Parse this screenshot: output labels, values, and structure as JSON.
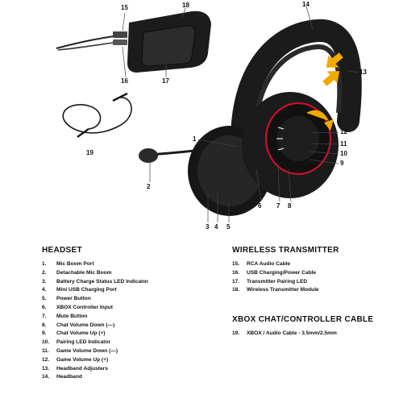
{
  "callouts": [
    "1",
    "2",
    "3",
    "4",
    "5",
    "6",
    "7",
    "8",
    "9",
    "10",
    "11",
    "12",
    "13",
    "14",
    "15",
    "16",
    "17",
    "18",
    "19"
  ],
  "headset": {
    "title": "HEADSET",
    "items": [
      {
        "num": "1.",
        "label": "Mic Boom Port"
      },
      {
        "num": "2.",
        "label": "Detachable Mic Boom"
      },
      {
        "num": "3.",
        "label": "Battery Charge Status LED Indicator"
      },
      {
        "num": "4.",
        "label": "Mini USB Charging Port"
      },
      {
        "num": "5.",
        "label": "Power Button"
      },
      {
        "num": "6.",
        "label": "XBOX Controller Input"
      },
      {
        "num": "7.",
        "label": "Mute Button"
      },
      {
        "num": "8.",
        "label": "Chat Volume Down (—)"
      },
      {
        "num": "9.",
        "label": "Chat Volume Up (+)"
      },
      {
        "num": "10.",
        "label": "Pairing LED Indicator"
      },
      {
        "num": "11.",
        "label": "Game Volume Down (—)"
      },
      {
        "num": "12.",
        "label": "Game Volume Up (+)"
      },
      {
        "num": "13.",
        "label": "Headband Adjusters"
      },
      {
        "num": "14.",
        "label": "Headband"
      }
    ]
  },
  "transmitter": {
    "title": "WIRELESS TRANSMITTER",
    "items": [
      {
        "num": "15.",
        "label": "RCA Audio Cable"
      },
      {
        "num": "16.",
        "label": "USB Charging/Power Cable"
      },
      {
        "num": "17.",
        "label": "Transmitter Pairing LED"
      },
      {
        "num": "18.",
        "label": "Wireless Transmitter Module"
      }
    ]
  },
  "cable": {
    "title": "XBOX CHAT/CONTROLLER CABLE",
    "items": [
      {
        "num": "19.",
        "label": "XBOX / Audio Cable - 3.5mm/2.5mm"
      }
    ]
  },
  "colors": {
    "accent_red": "#c8102e",
    "arrow_orange": "#f2a900",
    "body_black": "#1b1b1b"
  }
}
